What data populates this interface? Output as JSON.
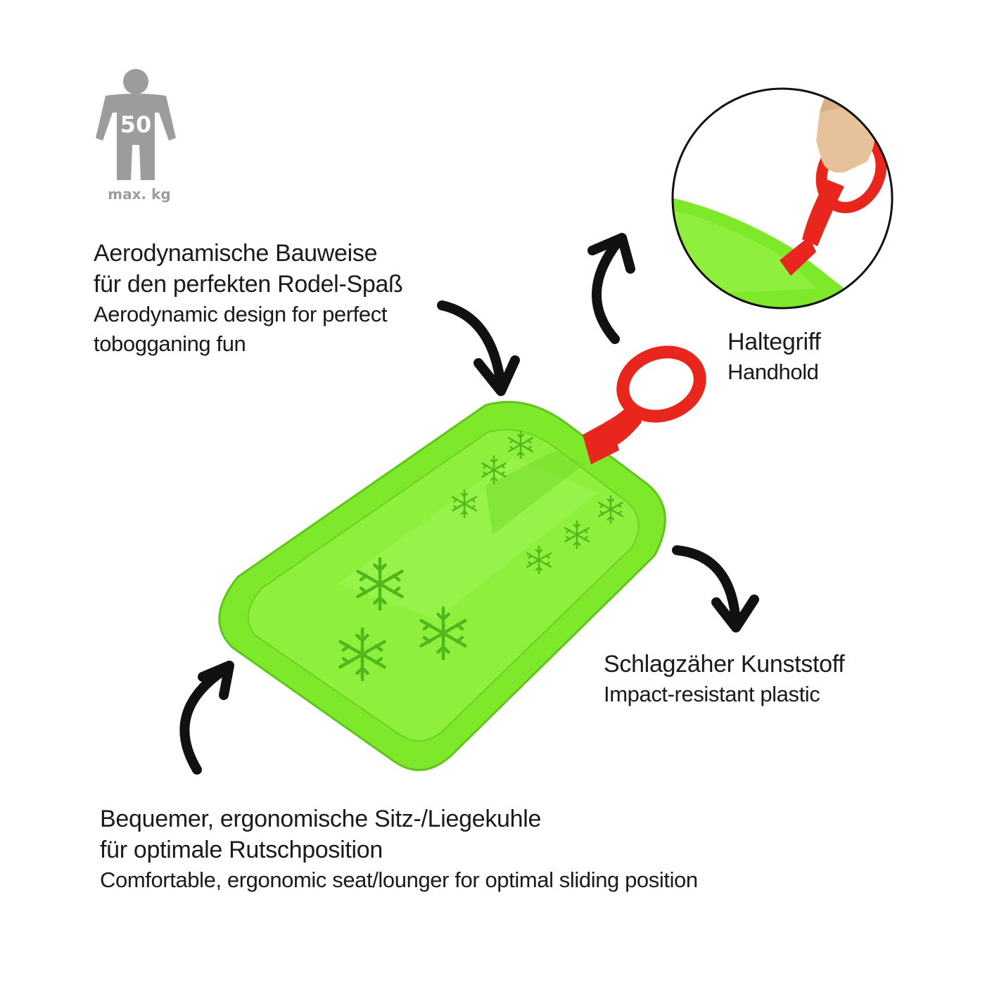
{
  "weight_badge": {
    "value": "50",
    "unit_label": "max. kg",
    "icon": "person-weight-icon",
    "color": "#9c9c9c"
  },
  "features": {
    "aerodynamic": {
      "de_line1": "Aerodynamische Bauweise",
      "de_line2": "für den perfekten Rodel-Spaß",
      "en_line1": "Aerodynamic design for perfect",
      "en_line2": "tobogganing fun"
    },
    "handhold": {
      "de": "Haltegriff",
      "en": "Handhold"
    },
    "plastic": {
      "de": "Schlagzäher Kunststoff",
      "en": "Impact-resistant plastic"
    },
    "seat": {
      "de_line1": "Bequemer, ergonomische Sitz-/Liegekuhle",
      "de_line2": "für optimale Rutschposition",
      "en_line1": "Comfortable, ergonomic seat/lounger for optimal sliding position"
    }
  },
  "colors": {
    "sled_green": "#7ee82a",
    "handle_red": "#e8261e",
    "arrow": "#111111"
  },
  "icons": [
    "person-weight-icon",
    "curved-arrow-icon",
    "snowflake-icon",
    "hand-icon"
  ]
}
